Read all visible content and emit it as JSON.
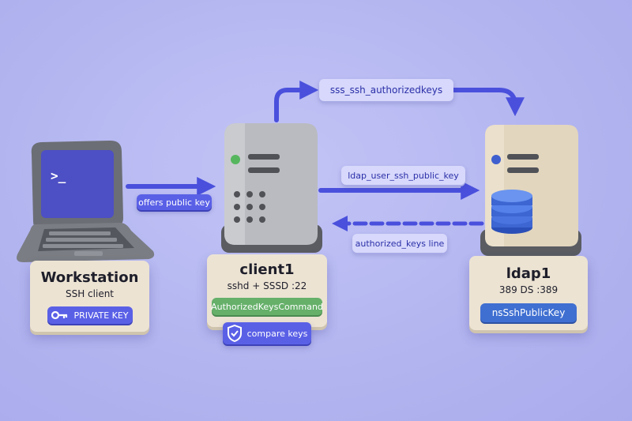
{
  "nodes": {
    "workstation": {
      "title": "Workstation",
      "subtitle": "SSH client",
      "badge": "PRIVATE KEY"
    },
    "client1": {
      "title": "client1",
      "subtitle": "sshd + SSSD :22",
      "command": "AuthorizedKeysCommand",
      "compare": "compare keys"
    },
    "ldap1": {
      "title": "ldap1",
      "subtitle": "389 DS :389",
      "attribute": "nsSshPublicKey"
    }
  },
  "edges": {
    "offers": "offers public key",
    "sss": "sss_ssh_authorizedkeys",
    "ldap_attr": "ldap_user_ssh_public_key",
    "authorized": "authorized_keys line"
  },
  "terminal_prompt": ">_",
  "colors": {
    "background": "#b4b6f1",
    "accent": "#5a60e6",
    "card": "#ece3d3",
    "green": "#66b06a",
    "ldap_blue": "#3f6fd1"
  },
  "icons": [
    "laptop-icon",
    "key-icon",
    "server-icon",
    "database-icon",
    "shield-check-icon"
  ]
}
